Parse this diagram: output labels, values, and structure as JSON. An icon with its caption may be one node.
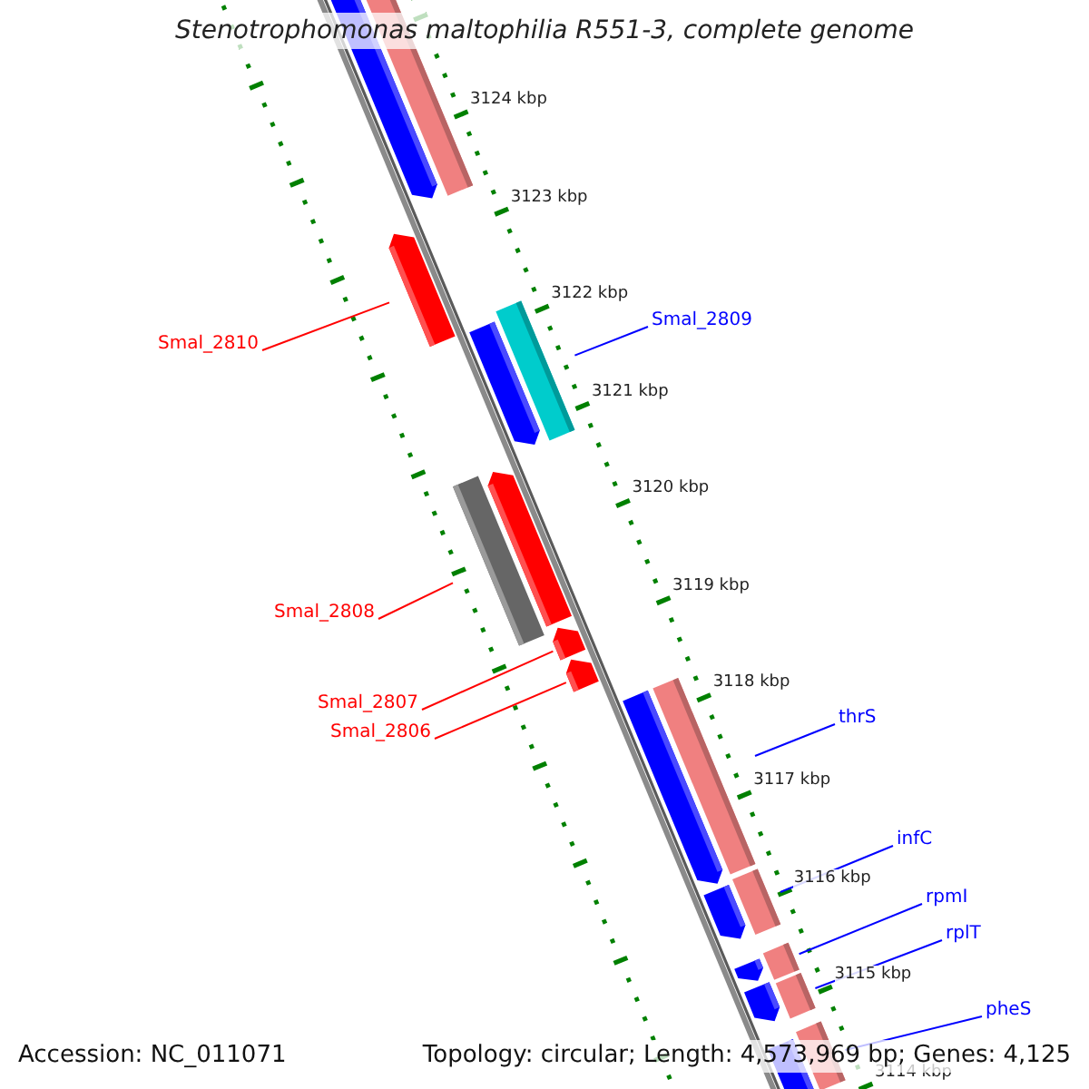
{
  "diagram": {
    "title": "Stenotrophomonas maltophilia R551-3, complete genome",
    "nodes": [
      {
        "text": [
          "Smal_2810"
        ]
      },
      {
        "text": [
          "Smal_2809"
        ]
      },
      {
        "text": [
          "Smal_2808"
        ]
      },
      {
        "text": [
          "Smal_2807"
        ]
      },
      {
        "text": [
          "Smal_2806"
        ]
      },
      {
        "text": [
          "thrS"
        ]
      },
      {
        "text": [
          "infC"
        ]
      },
      {
        "text": [
          "rpmI"
        ]
      },
      {
        "text": [
          "rplT"
        ]
      },
      {
        "text": [
          "pheS"
        ]
      },
      {
        "text": [],
        "shape": "bar"
      },
      {
        "text": [],
        "shape": "bar"
      },
      {
        "text": [],
        "shape": "bar"
      },
      {
        "text": [],
        "shape": "bar"
      },
      {
        "text": [],
        "shape": "bar"
      },
      {
        "text": [],
        "shape": "bar"
      },
      {
        "text": [],
        "shape": "bar"
      },
      {
        "text": [],
        "shape": "bar"
      },
      {
        "text": [],
        "shape": "bar"
      },
      {
        "text": [],
        "shape": "bar"
      }
    ],
    "edges": [
      {
        "from": 0,
        "to": 10,
        "arrow": "none",
        "color": "#ff0000"
      },
      {
        "from": 1,
        "to": 11,
        "arrow": "none"
      },
      {
        "from": 2,
        "to": 12,
        "arrow": "none",
        "color": "#ff0000"
      },
      {
        "from": 3,
        "to": 13,
        "arrow": "none",
        "color": "#ff0000"
      },
      {
        "from": 4,
        "to": 14,
        "arrow": "none",
        "color": "#ff0000"
      },
      {
        "from": 5,
        "to": 15,
        "arrow": "none"
      },
      {
        "from": 6,
        "to": 16,
        "arrow": "none"
      },
      {
        "from": 7,
        "to": 17,
        "arrow": "none"
      },
      {
        "from": 8,
        "to": 18,
        "arrow": "none"
      },
      {
        "from": 9,
        "to": 19,
        "arrow": "none"
      }
    ],
    "labels": [
      "3124 kbp",
      "3123 kbp",
      "3122 kbp",
      "3121 kbp",
      "3120 kbp",
      "3119 kbp",
      "3118 kbp",
      "3117 kbp",
      "3116 kbp",
      "3115 kbp",
      "3114 kbp",
      "Accession: NC_011071",
      "Topology: circular; Length: 4,573,969 bp; Genes: 4,125"
    ]
  }
}
